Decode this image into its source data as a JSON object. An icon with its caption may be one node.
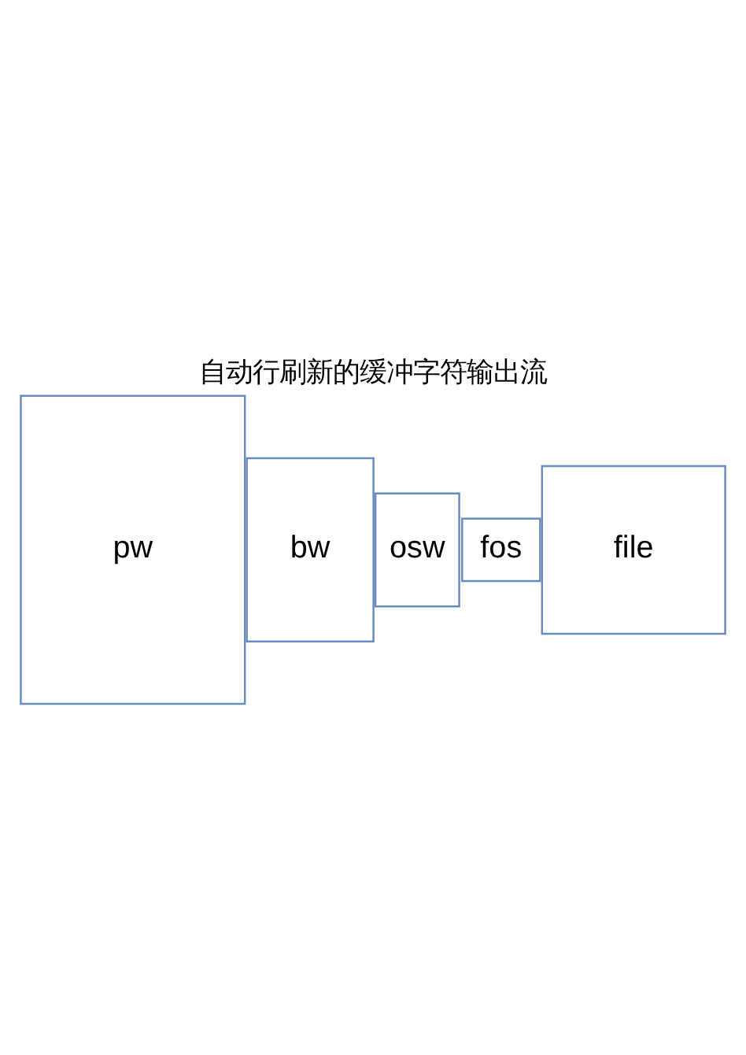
{
  "diagram": {
    "title": "自动行刷新的缓冲字符输出流",
    "nodes": [
      {
        "text": [
          "pw"
        ]
      },
      {
        "text": [
          "bw"
        ]
      },
      {
        "text": [
          "osw"
        ]
      },
      {
        "text": [
          "fos"
        ]
      },
      {
        "text": [
          "file"
        ]
      }
    ]
  }
}
